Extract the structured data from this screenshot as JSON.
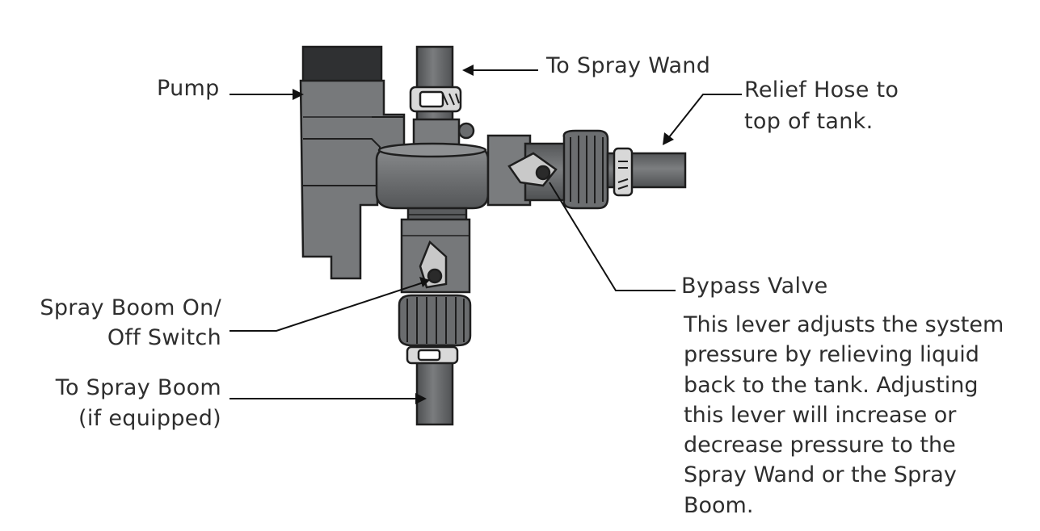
{
  "labels": {
    "pump": "Pump",
    "spray_wand": "To Spray Wand",
    "relief_hose_1": "Relief Hose to",
    "relief_hose_2": "top of tank.",
    "bypass_valve": "Bypass Valve",
    "boom_switch_1": "Spray Boom On/",
    "boom_switch_2": "Off Switch",
    "spray_boom_1": "To Spray Boom",
    "spray_boom_2": "(if equipped)"
  },
  "description": "This lever adjusts the system pressure by relieving liquid back to the tank. Adjusting this lever will increase or decrease pressure to the Spray Wand or the Spray Boom.",
  "colors": {
    "body_dark": "#5e6062",
    "body_mid": "#76787a",
    "body_light": "#8d8f91",
    "outline": "#1e1e1e",
    "leader": "#111111"
  }
}
